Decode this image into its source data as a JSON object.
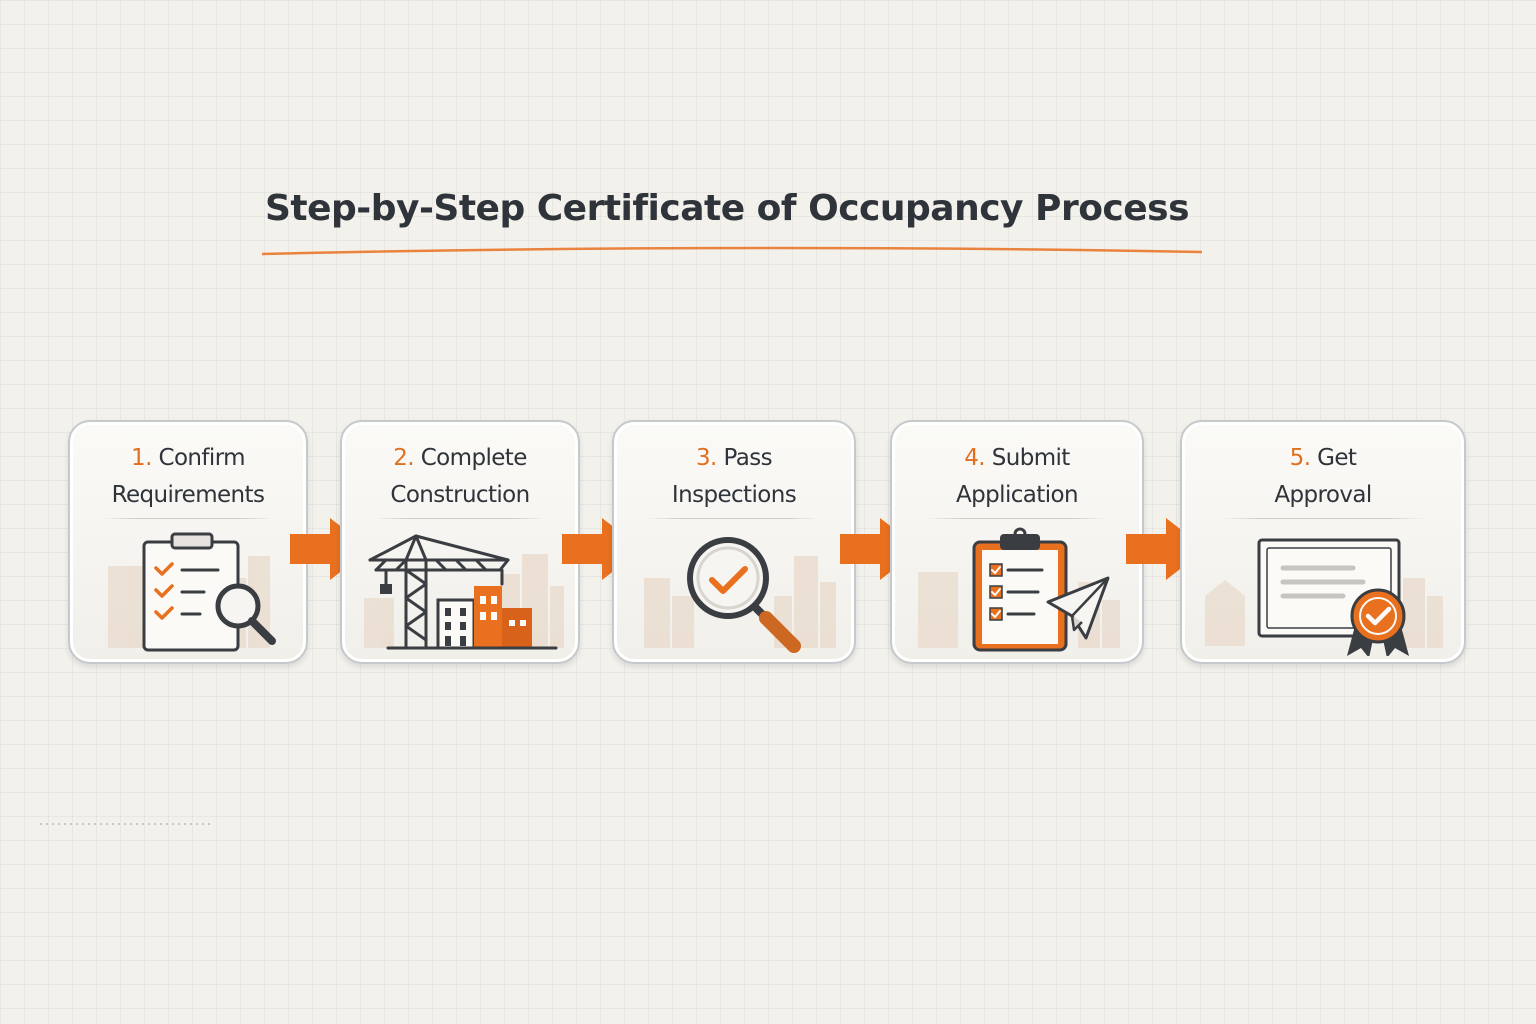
{
  "title": "Step-by-Step Certificate of Occupancy Process",
  "colors": {
    "accent": "#e8701e",
    "text": "#2f333a",
    "card_border": "#c6c9cc",
    "background": "#f3f1ec"
  },
  "steps": [
    {
      "number": "1.",
      "line1": "Confirm",
      "line2": "Requirements",
      "icon": "checklist-magnifier-icon"
    },
    {
      "number": "2.",
      "line1": "Complete",
      "line2": "Construction",
      "icon": "crane-building-icon"
    },
    {
      "number": "3.",
      "line1": "Pass",
      "line2": "Inspections",
      "icon": "magnifier-check-icon"
    },
    {
      "number": "4.",
      "line1": "Submit",
      "line2": "Application",
      "icon": "clipboard-paper-plane-icon"
    },
    {
      "number": "5.",
      "line1": "Get",
      "line2": "Approval",
      "icon": "certificate-badge-icon"
    }
  ]
}
